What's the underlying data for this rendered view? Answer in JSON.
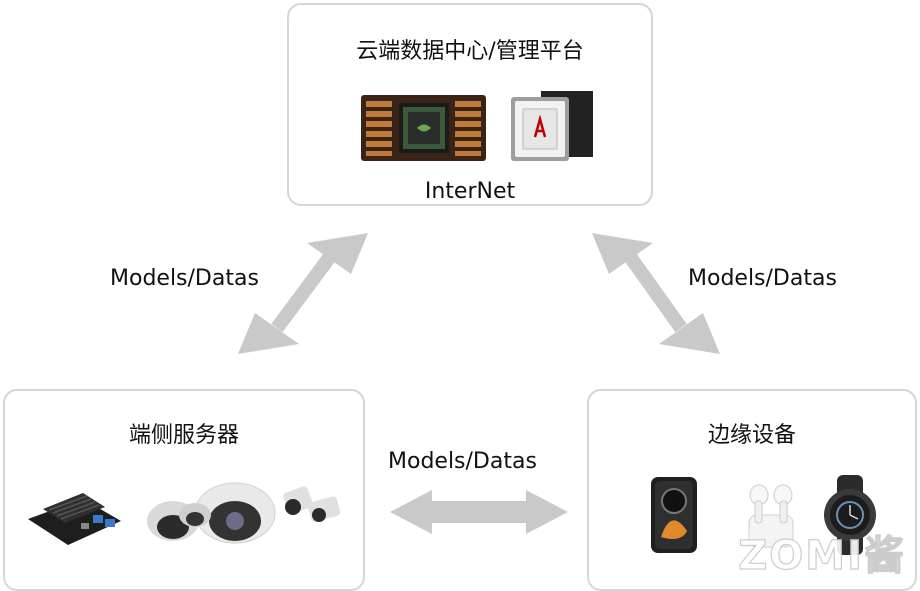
{
  "cloud": {
    "title": "云端数据中心/管理平台",
    "network_label": "InterNet"
  },
  "edge_server": {
    "title": "端侧服务器"
  },
  "edge_device": {
    "title": "边缘设备"
  },
  "links": {
    "cloud_to_server": "Models/Datas",
    "cloud_to_device": "Models/Datas",
    "server_to_device": "Models/Datas"
  },
  "colors": {
    "box_border": "#d6d6d6",
    "arrow": "#c9c9c9",
    "text": "#111111"
  },
  "watermark": {
    "text": "ZOMI酱"
  }
}
